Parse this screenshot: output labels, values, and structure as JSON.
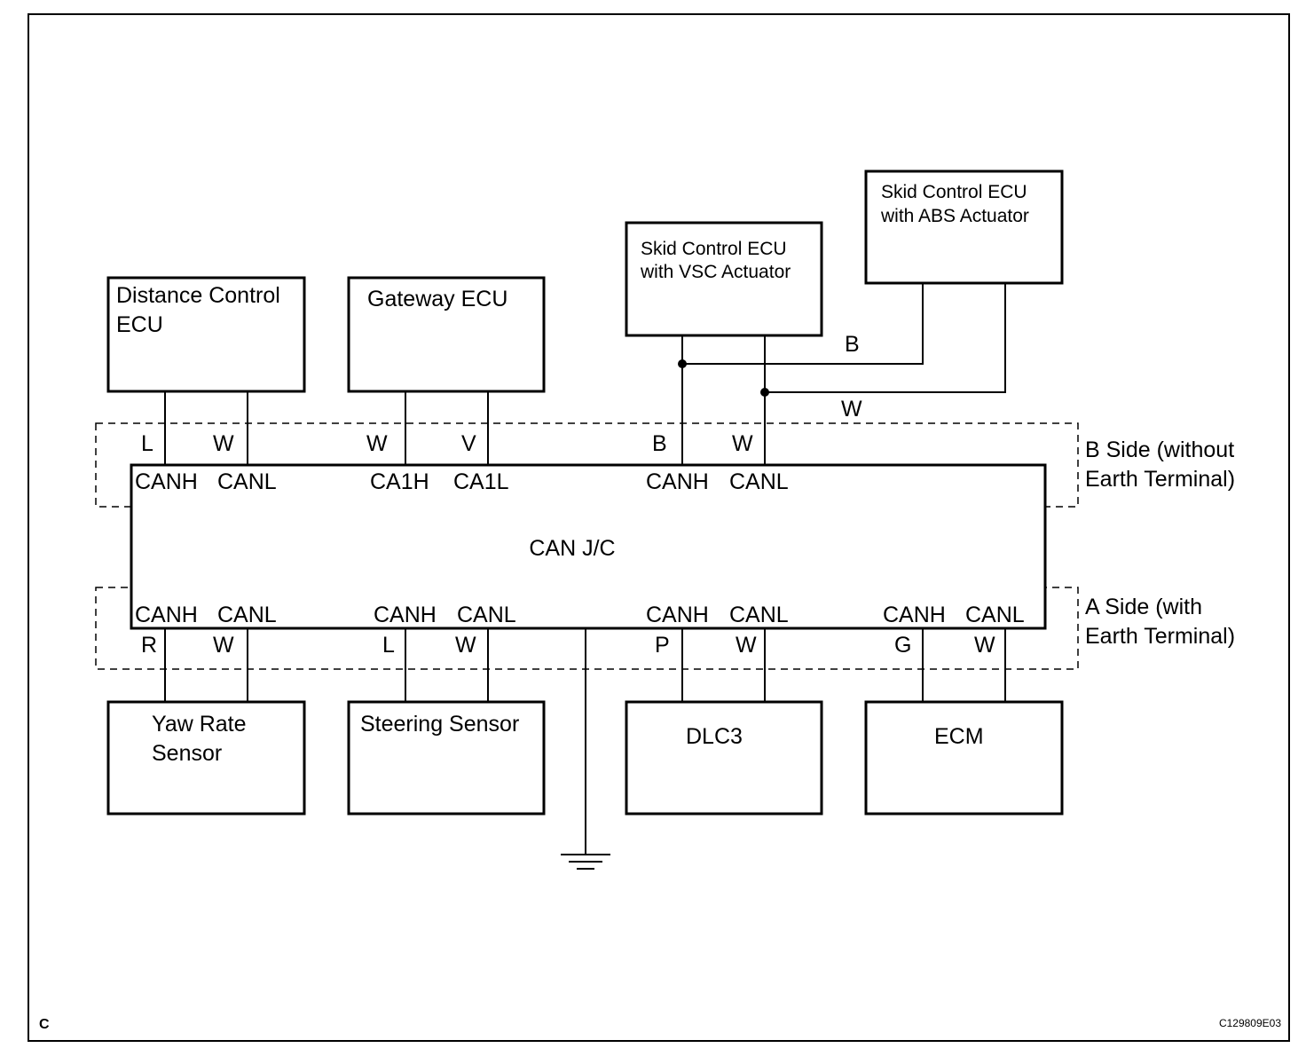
{
  "figure_letter": "C",
  "figure_code": "C129809E03",
  "junction": {
    "label": "CAN J/C"
  },
  "sides": {
    "b": {
      "line1": "B Side (without",
      "line2": "Earth Terminal)"
    },
    "a": {
      "line1": "A Side (with",
      "line2": "Earth Terminal)"
    }
  },
  "ecus": {
    "distance": {
      "line1": "Distance Control",
      "line2": "ECU"
    },
    "gateway": {
      "line1": "Gateway ECU"
    },
    "vsc": {
      "line1": "Skid Control ECU",
      "line2": "with VSC Actuator"
    },
    "abs": {
      "line1": "Skid Control ECU",
      "line2": "with ABS Actuator"
    },
    "yaw": {
      "line1": "Yaw Rate",
      "line2": "Sensor"
    },
    "steering": {
      "line1": "Steering Sensor"
    },
    "dlc3": {
      "line1": "DLC3"
    },
    "ecm": {
      "line1": "ECM"
    }
  },
  "b_side_pins": [
    {
      "pin": "CANH",
      "wire": "L"
    },
    {
      "pin": "CANL",
      "wire": "W"
    },
    {
      "pin": "CA1H",
      "wire": "W"
    },
    {
      "pin": "CA1L",
      "wire": "V"
    },
    {
      "pin": "CANH",
      "wire": "B"
    },
    {
      "pin": "CANL",
      "wire": "W"
    }
  ],
  "a_side_pins": [
    {
      "pin": "CANH",
      "wire": "R"
    },
    {
      "pin": "CANL",
      "wire": "W"
    },
    {
      "pin": "CANH",
      "wire": "L"
    },
    {
      "pin": "CANL",
      "wire": "W"
    },
    {
      "pin": "CANH",
      "wire": "P"
    },
    {
      "pin": "CANL",
      "wire": "W"
    },
    {
      "pin": "CANH",
      "wire": "G"
    },
    {
      "pin": "CANL",
      "wire": "W"
    }
  ],
  "branch_wires": {
    "upper": "B",
    "lower": "W"
  }
}
